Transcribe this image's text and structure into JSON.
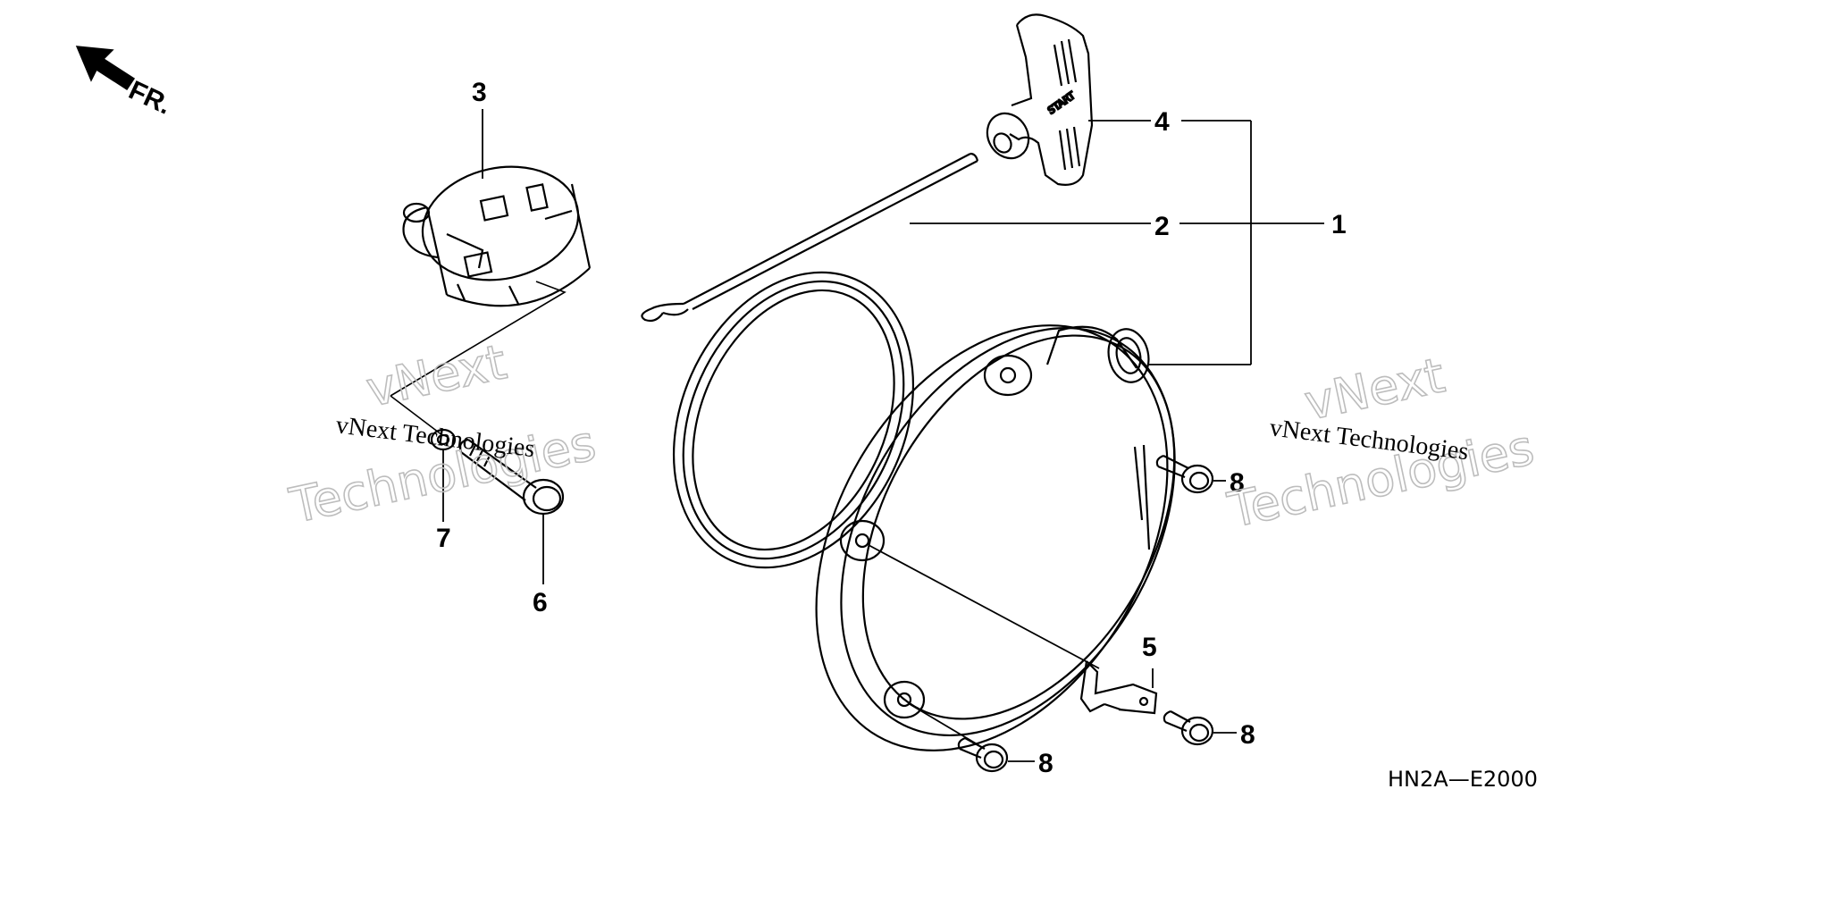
{
  "diagram": {
    "front_marker": "FR.",
    "drawing_code": "HN2A—E2000",
    "handle_text": "START",
    "callouts": {
      "c1": "1",
      "c2": "2",
      "c3": "3",
      "c4": "4",
      "c5": "5",
      "c6": "6",
      "c7": "7",
      "c8a": "8",
      "c8b": "8",
      "c8c": "8"
    },
    "watermarks": {
      "left_small": "vNext Technologies",
      "left_big_line1": "vNext",
      "left_big_line2": "Technologies",
      "right_small": "vNext Technologies",
      "right_big_line1": "vNext",
      "right_big_line2": "Technologies"
    }
  }
}
